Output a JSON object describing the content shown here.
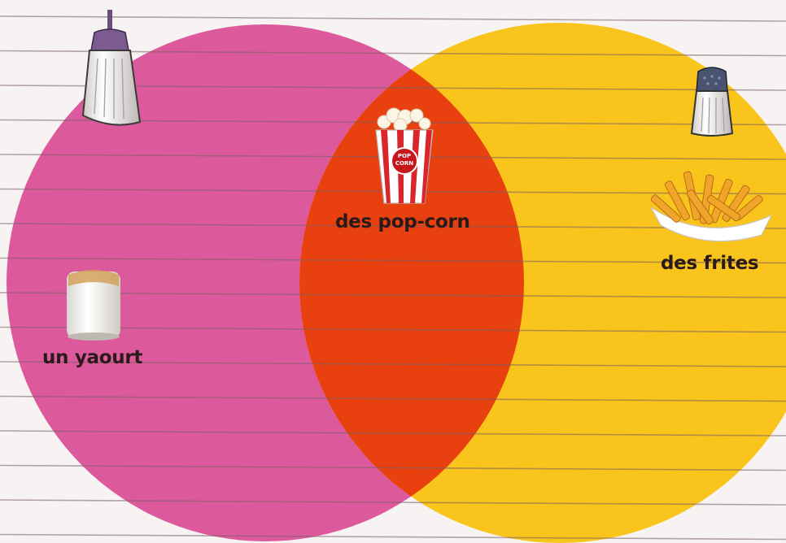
{
  "venn": {
    "sets": [
      {
        "name": "sugar-shaker-set",
        "color": "#dc5a9b"
      },
      {
        "name": "salt-shaker-set",
        "color": "#f9c51c"
      }
    ],
    "overlap_color": "#e8400e",
    "line_color": "#7a5e66",
    "items": {
      "left": {
        "label": "un yaourt",
        "icon": "yogurt-icon"
      },
      "middle": {
        "label": "des pop-corn",
        "icon": "popcorn-icon"
      },
      "right": {
        "label": "des frites",
        "icon": "fries-icon"
      }
    },
    "set_icons": {
      "left": "sugar-shaker-icon",
      "right": "salt-shaker-icon"
    },
    "popcorn_box_text": "POP CORN"
  }
}
